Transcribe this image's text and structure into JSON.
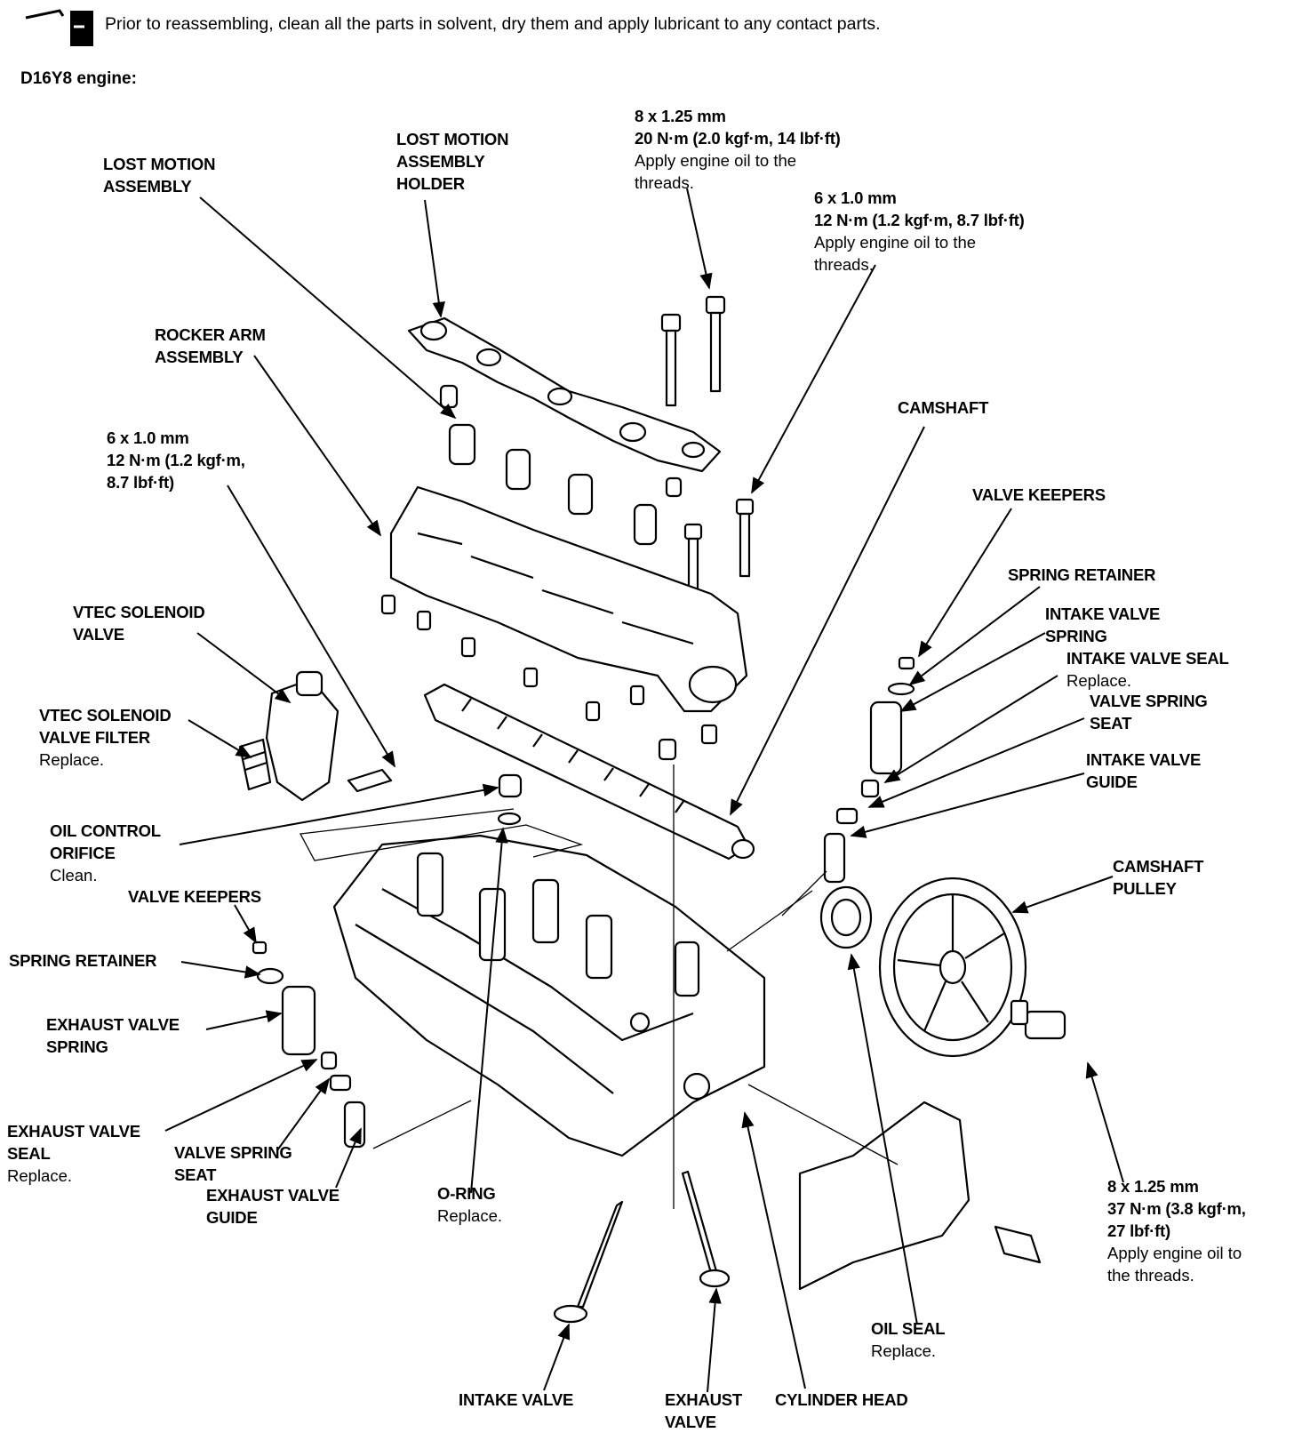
{
  "note": "Prior to reassembling, clean all the parts in solvent, dry them and apply lubricant to any contact parts.",
  "engine_heading": "D16Y8 engine:",
  "icon": "wrench-book-icon",
  "labels": {
    "lost_motion_assembly": [
      "LOST MOTION",
      "ASSEMBLY"
    ],
    "lost_motion_holder": [
      "LOST MOTION",
      "ASSEMBLY",
      "HOLDER"
    ],
    "bolt_8_top": {
      "size": "8 x 1.25 mm",
      "torque": "20 N·m (2.0 kgf·m, 14 lbf·ft)",
      "note": [
        "Apply engine oil to the",
        "threads."
      ]
    },
    "bolt_6_top": {
      "size": "6 x 1.0 mm",
      "torque": "12 N·m (1.2 kgf·m, 8.7 lbf·ft)",
      "note": [
        "Apply engine oil to the",
        "threads."
      ]
    },
    "rocker_arm": [
      "ROCKER ARM",
      "ASSEMBLY"
    ],
    "camshaft": "CAMSHAFT",
    "bolt_6_left": {
      "size": "6 x 1.0 mm",
      "torque": [
        "12 N·m (1.2 kgf·m,",
        "8.7 lbf·ft)"
      ]
    },
    "valve_keepers_right": "VALVE KEEPERS",
    "spring_retainer_right": "SPRING RETAINER",
    "intake_valve_spring": [
      "INTAKE VALVE",
      "SPRING"
    ],
    "intake_valve_seal": {
      "name": "INTAKE VALVE SEAL",
      "note": "Replace."
    },
    "vtec_solenoid": [
      "VTEC SOLENOID",
      "VALVE"
    ],
    "valve_spring_seat_right": [
      "VALVE SPRING",
      "SEAT"
    ],
    "vtec_filter": {
      "name": [
        "VTEC SOLENOID",
        "VALVE FILTER"
      ],
      "note": "Replace."
    },
    "intake_valve_guide": [
      "INTAKE VALVE",
      "GUIDE"
    ],
    "oil_control_orifice": {
      "name": [
        "OIL CONTROL",
        "ORIFICE"
      ],
      "note": "Clean."
    },
    "camshaft_pulley": [
      "CAMSHAFT",
      "PULLEY"
    ],
    "valve_keepers_left": "VALVE KEEPERS",
    "spring_retainer_left": "SPRING RETAINER",
    "exhaust_valve_spring": [
      "EXHAUST VALVE",
      "SPRING"
    ],
    "exhaust_valve_seal": {
      "name": [
        "EXHAUST VALVE",
        "SEAL"
      ],
      "note": "Replace."
    },
    "valve_spring_seat_left": [
      "VALVE SPRING",
      "SEAT"
    ],
    "exhaust_valve_guide": [
      "EXHAUST VALVE",
      "GUIDE"
    ],
    "o_ring": {
      "name": "O-RING",
      "note": "Replace."
    },
    "bolt_8_right": {
      "size": "8 x 1.25 mm",
      "torque": [
        "37 N·m (3.8 kgf·m,",
        "27 lbf·ft)"
      ],
      "note": [
        "Apply engine oil to",
        "the threads."
      ]
    },
    "oil_seal": {
      "name": "OIL SEAL",
      "note": "Replace."
    },
    "intake_valve": "INTAKE VALVE",
    "exhaust_valve": [
      "EXHAUST",
      "VALVE"
    ],
    "cylinder_head": "CYLINDER HEAD"
  }
}
